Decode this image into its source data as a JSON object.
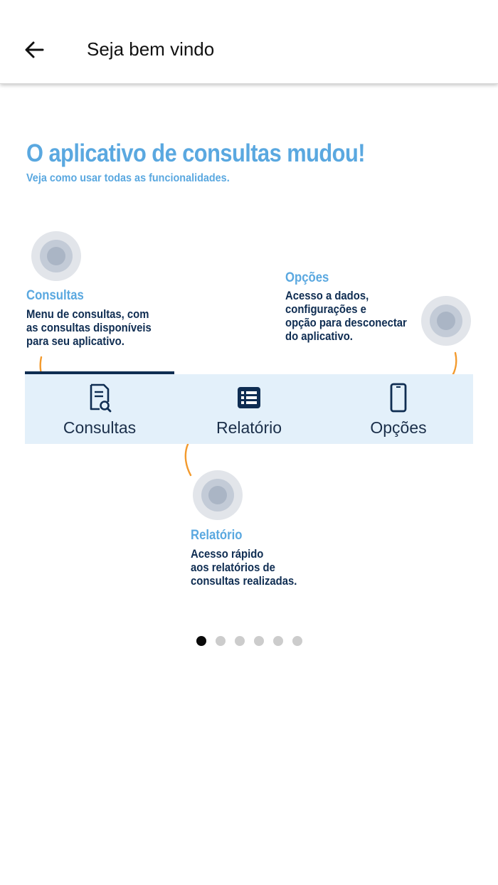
{
  "appbar": {
    "title": "Seja bem vindo",
    "back_icon": "arrow-left-icon"
  },
  "intro": {
    "headline": "O aplicativo de consultas mudou!",
    "subhead": "Veja como usar todas as funcionalidades."
  },
  "callouts": {
    "consultas": {
      "title": "Consultas",
      "text": "Menu de consultas, com\nas consultas disponíveis\npara seu aplicativo."
    },
    "opcoes": {
      "title": "Opções",
      "text": "Acesso a dados,\nconfigurações e\nopção para desconectar\ndo aplicativo."
    },
    "relatorio": {
      "title": "Relatório",
      "text": "Acesso rápido\naos relatórios de\nconsultas realizadas."
    }
  },
  "tabs": [
    {
      "label": "Consultas",
      "icon": "document-search-icon",
      "selected": true
    },
    {
      "label": "Relatório",
      "icon": "list-icon",
      "selected": false
    },
    {
      "label": "Opções",
      "icon": "smartphone-icon",
      "selected": false
    }
  ],
  "pager": {
    "count": 6,
    "active_index": 0
  },
  "colors": {
    "accent_blue": "#5aa8e0",
    "navy": "#0f2d52",
    "tabbar_bg": "#e3f0fa",
    "arrow_orange": "#f39a2d"
  }
}
